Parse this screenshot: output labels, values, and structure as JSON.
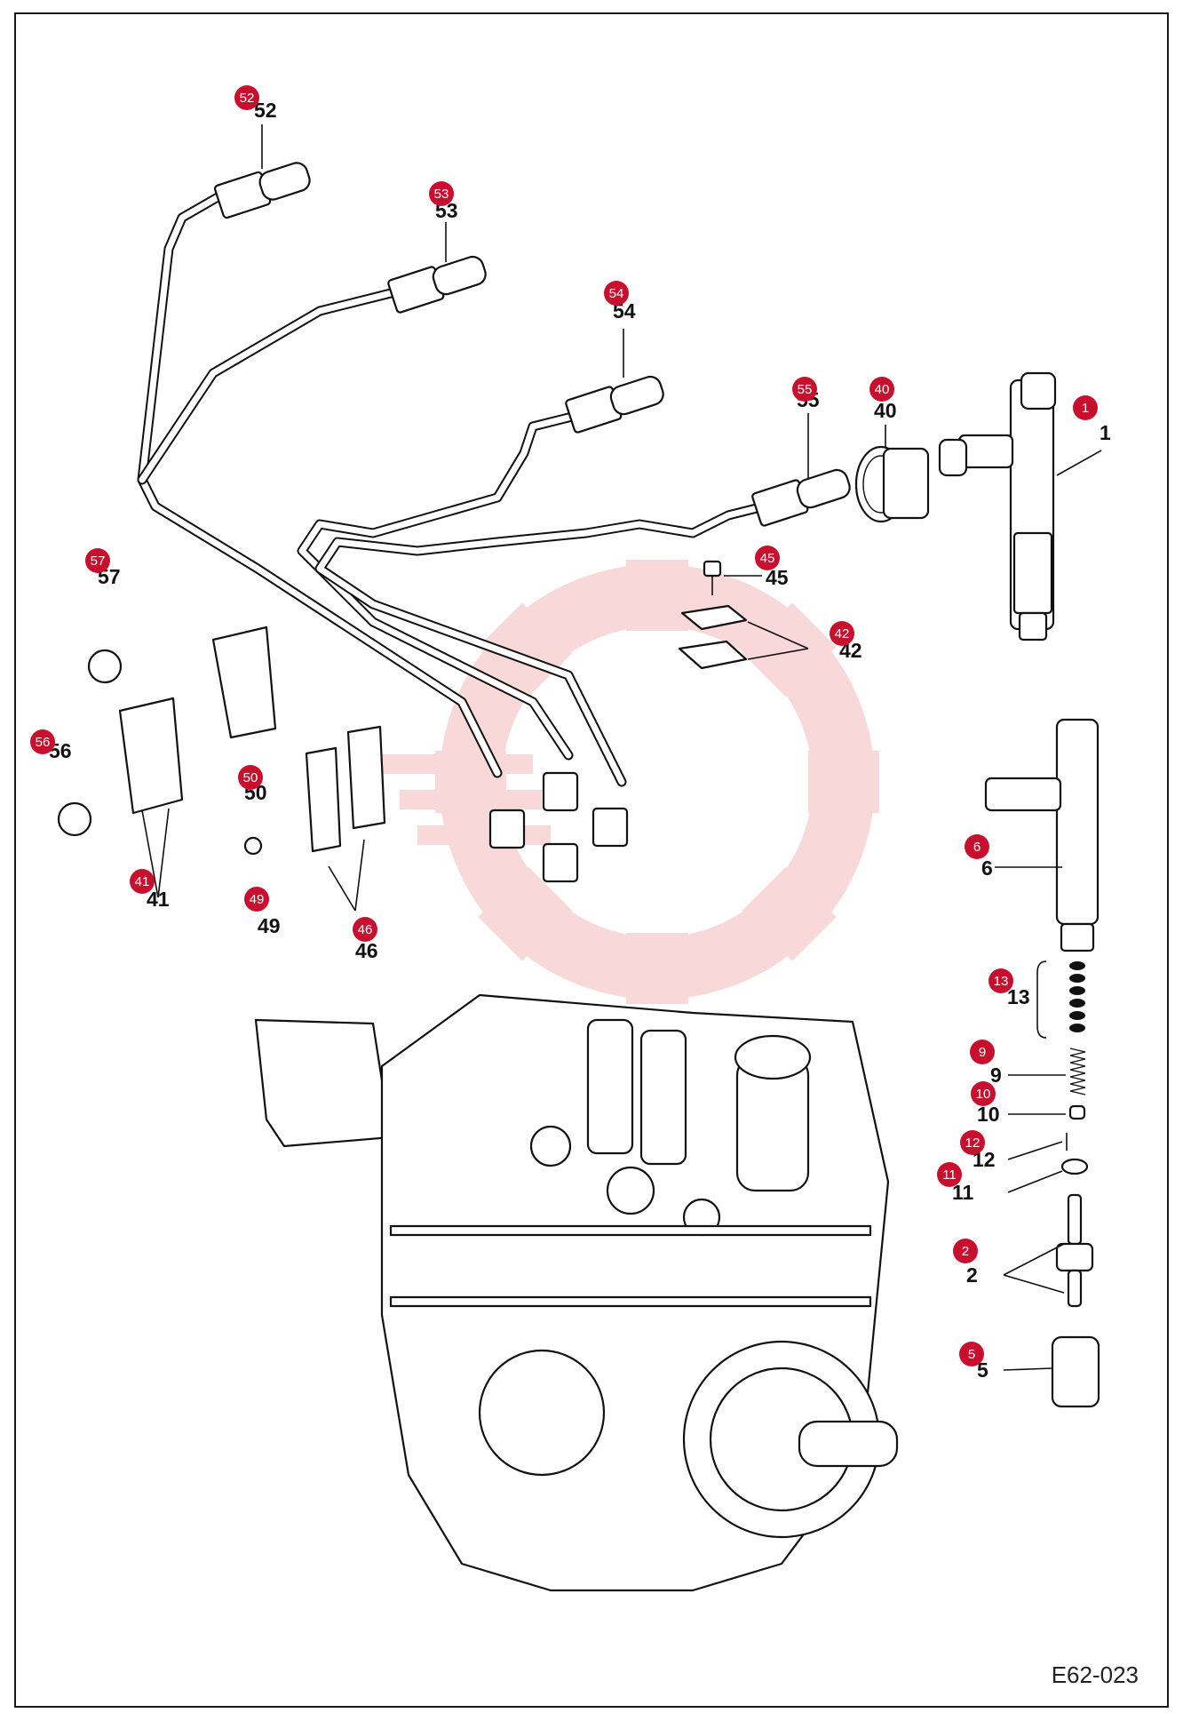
{
  "diagram": {
    "code": "E62-023",
    "accent_color": "#c8102e",
    "watermark_color": "#f4b9b9",
    "callouts": [
      {
        "id": "52",
        "label": "52"
      },
      {
        "id": "53",
        "label": "53"
      },
      {
        "id": "54",
        "label": "54"
      },
      {
        "id": "55",
        "label": "55"
      },
      {
        "id": "40",
        "label": "40"
      },
      {
        "id": "1",
        "label": "1"
      },
      {
        "id": "45",
        "label": "45"
      },
      {
        "id": "42",
        "label": "42"
      },
      {
        "id": "57",
        "label": "57"
      },
      {
        "id": "56",
        "label": "56"
      },
      {
        "id": "50",
        "label": "50"
      },
      {
        "id": "41",
        "label": "41"
      },
      {
        "id": "49",
        "label": "49"
      },
      {
        "id": "46",
        "label": "46"
      },
      {
        "id": "6",
        "label": "6"
      },
      {
        "id": "13",
        "label": "13"
      },
      {
        "id": "9",
        "label": "9"
      },
      {
        "id": "10",
        "label": "10"
      },
      {
        "id": "12",
        "label": "12"
      },
      {
        "id": "11",
        "label": "11"
      },
      {
        "id": "2",
        "label": "2"
      },
      {
        "id": "5",
        "label": "5"
      }
    ]
  }
}
